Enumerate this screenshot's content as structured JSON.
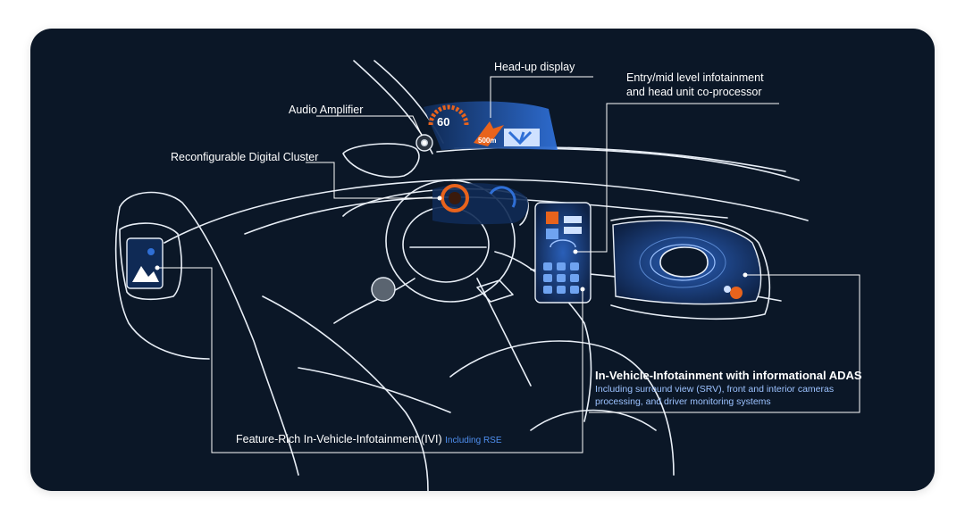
{
  "labels": {
    "head_up_display": "Head-up display",
    "entry_mid_line1": "Entry/mid level infotainment",
    "entry_mid_line2": "and head unit co-processor",
    "audio_amplifier": "Audio Amplifier",
    "digital_cluster": "Reconfigurable Digital Cluster",
    "ivi_adas_title": "In-Vehicle-Infotainment with informational ADAS",
    "ivi_adas_desc_line1": "Including surround view (SRV), front and interior cameras",
    "ivi_adas_desc_line2": "processing, and driver monitoring systems",
    "feature_rich_ivi": "Feature-Rich In-Vehicle-Infotainment (IVI)",
    "feature_rich_ivi_sub": "Including RSE"
  },
  "hud": {
    "speed": "60",
    "distance": "500m"
  },
  "colors": {
    "background": "#0b1727",
    "line": "#e8eef6",
    "accent_orange": "#e8631c",
    "accent_blue": "#2f6fd6",
    "sub_text": "#9cc2ff"
  }
}
